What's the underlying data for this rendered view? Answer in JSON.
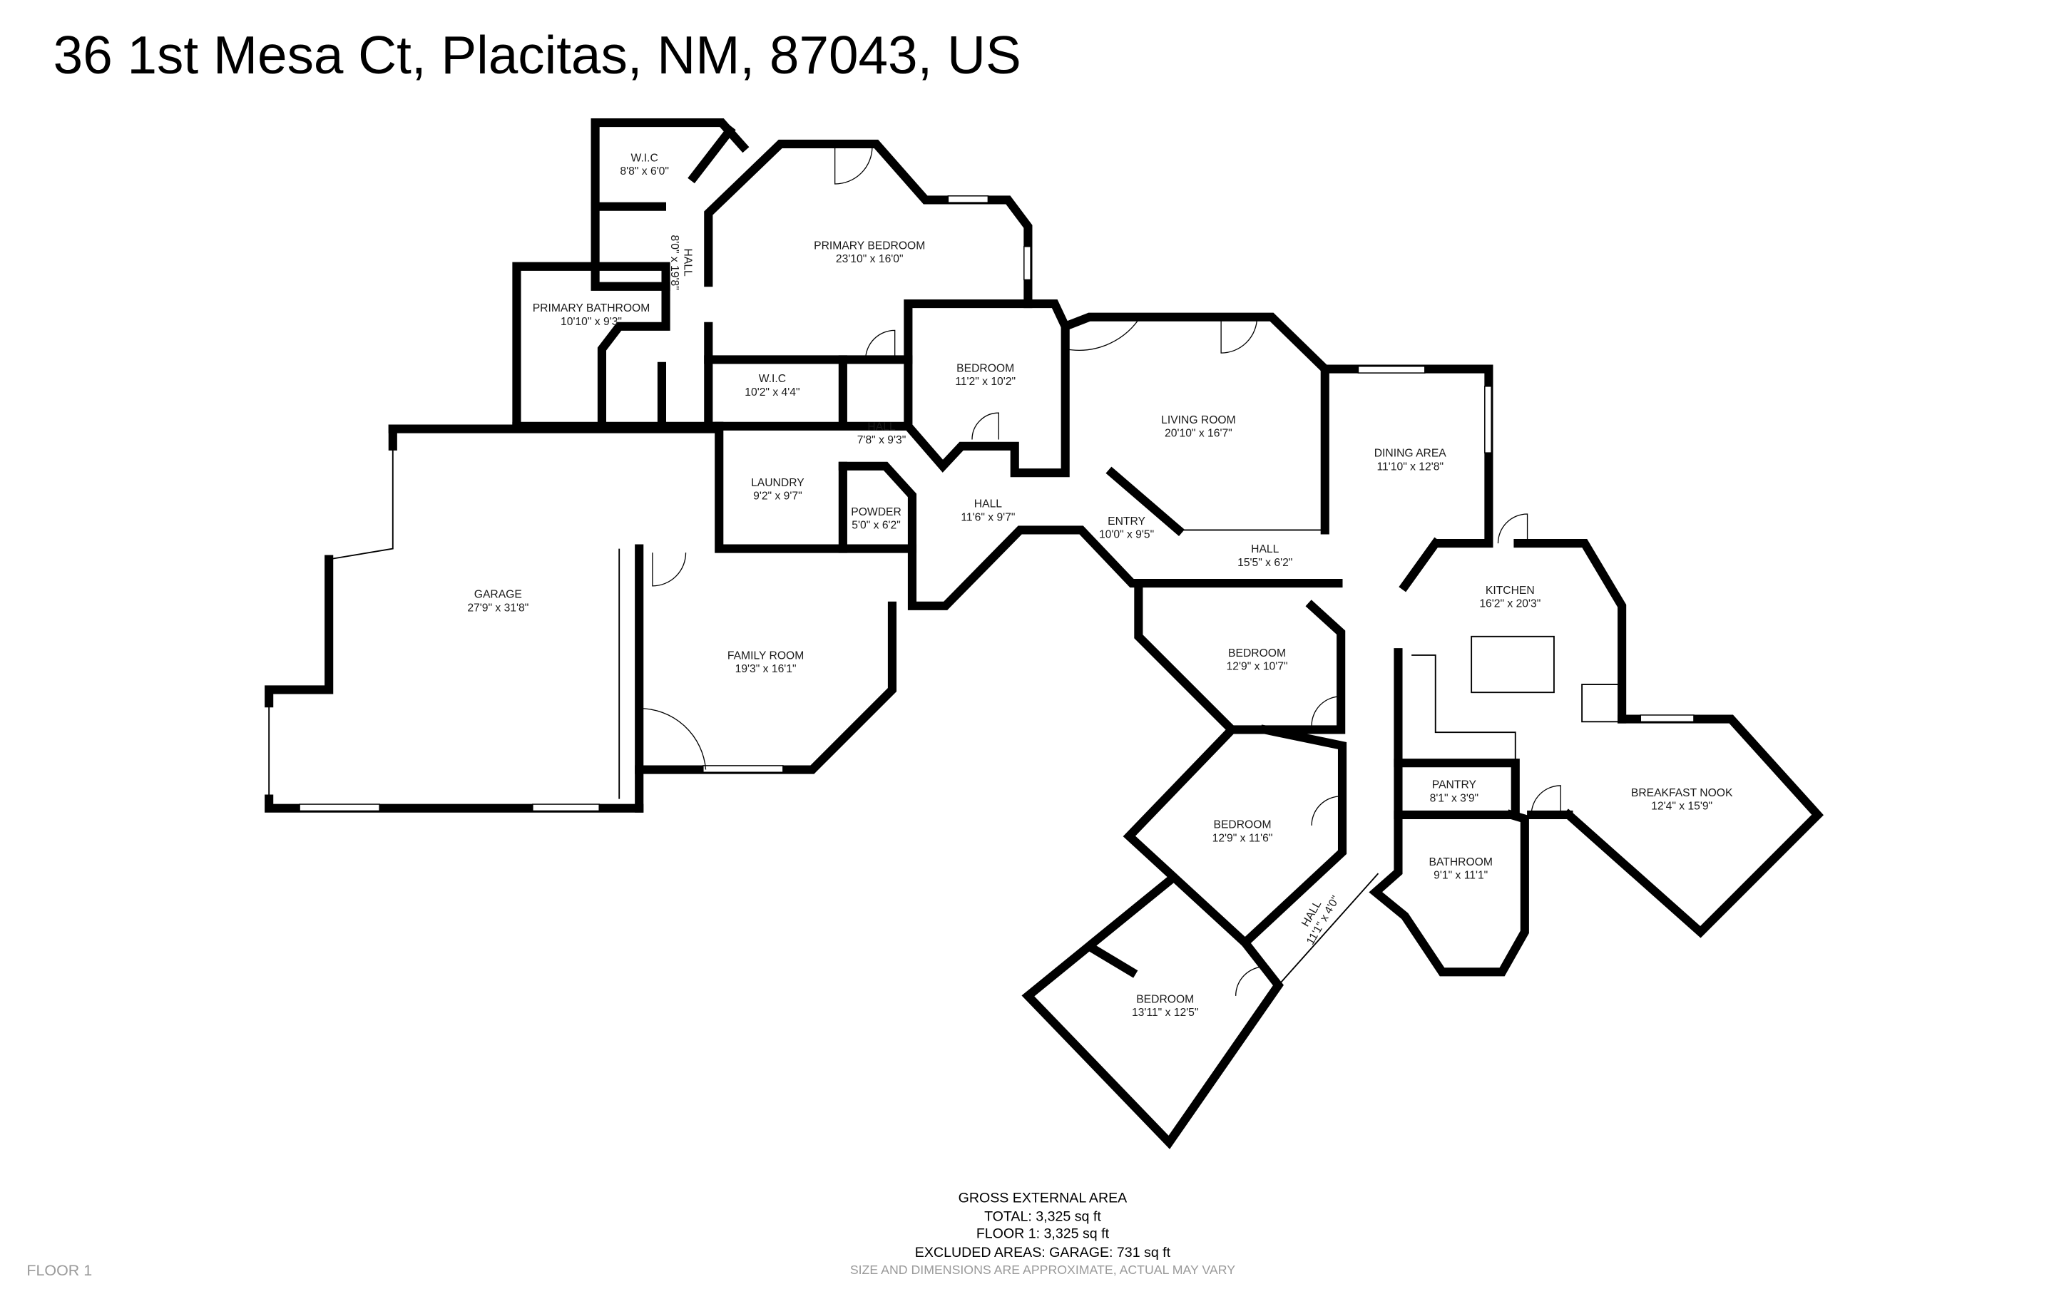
{
  "title": "36 1st Mesa Ct, Placitas, NM, 87043, US",
  "floor_label": "FLOOR 1",
  "rooms": [
    {
      "name": "W.I.C",
      "dims": "8'8\" x 6'0\""
    },
    {
      "name": "HALL",
      "dims": "8'0\" x 19'8\""
    },
    {
      "name": "PRIMARY BEDROOM",
      "dims": "23'10\" x 16'0\""
    },
    {
      "name": "PRIMARY BATHROOM",
      "dims": "10'10\" x 9'3\""
    },
    {
      "name": "W.I.C",
      "dims": "10'2\" x 4'4\""
    },
    {
      "name": "BEDROOM",
      "dims": "11'2\" x 10'2\""
    },
    {
      "name": "LIVING ROOM",
      "dims": "20'10\" x 16'7\""
    },
    {
      "name": "DINING AREA",
      "dims": "11'10\" x 12'8\""
    },
    {
      "name": "HALL",
      "dims": "7'8\" x 9'3\""
    },
    {
      "name": "LAUNDRY",
      "dims": "9'2\" x 9'7\""
    },
    {
      "name": "POWDER",
      "dims": "5'0\" x 6'2\""
    },
    {
      "name": "HALL",
      "dims": "11'6\" x 9'7\""
    },
    {
      "name": "ENTRY",
      "dims": "10'0\" x 9'5\""
    },
    {
      "name": "HALL",
      "dims": "15'5\" x 6'2\""
    },
    {
      "name": "KITCHEN",
      "dims": "16'2\" x 20'3\""
    },
    {
      "name": "GARAGE",
      "dims": "27'9\" x 31'8\""
    },
    {
      "name": "FAMILY ROOM",
      "dims": "19'3\" x 16'1\""
    },
    {
      "name": "BEDROOM",
      "dims": "12'9\" x 10'7\""
    },
    {
      "name": "PANTRY",
      "dims": "8'1\" x 3'9\""
    },
    {
      "name": "BREAKFAST NOOK",
      "dims": "12'4\" x 15'9\""
    },
    {
      "name": "BEDROOM",
      "dims": "12'9\" x 11'6\""
    },
    {
      "name": "BATHROOM",
      "dims": "9'1\" x 11'1\""
    },
    {
      "name": "HALL",
      "dims": "11'1\" x 4'0\""
    },
    {
      "name": "BEDROOM",
      "dims": "13'11\" x 12'5\""
    }
  ],
  "area_summary": {
    "heading": "GROSS EXTERNAL AREA",
    "total": "TOTAL: 3,325 sq ft",
    "floor1": "FLOOR 1: 3,325 sq ft",
    "excluded": "EXCLUDED AREAS: GARAGE: 731 sq ft",
    "disclaimer": "SIZE AND DIMENSIONS ARE APPROXIMATE, ACTUAL MAY VARY"
  },
  "colors": {
    "walls": "#000000",
    "disclaimer": "#9a9a9a"
  }
}
